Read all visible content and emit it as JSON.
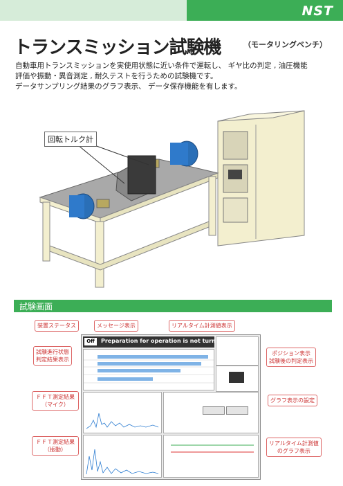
{
  "header": {
    "logo": "NST"
  },
  "title": {
    "main": "トランスミッション試験機",
    "sub": "（モータリングベンチ）"
  },
  "description": [
    "自動車用トランスミッションを実使用状態に近い条件で運転し、 ギヤ比の判定 , 油圧機能",
    "評価や振動・異音測定 , 耐久テストを行うための試験機です。",
    "データサンプリング結果のグラフ表示、 データ保存機能を有します。"
  ],
  "illustration": {
    "callout": "回転トルク計"
  },
  "section": {
    "title": "試験画面"
  },
  "labels": {
    "device_status": "装置ステータス",
    "message_display": "メッセージ表示",
    "realtime_display": "リアルタイム計測値表示",
    "test_progress_1": "試験進行状態",
    "test_progress_2": "判定結果表示",
    "position_1": "ポジション表示",
    "position_2": "試験後の判定表示",
    "fft_mic_1": "ＦＦＴ測定結果",
    "fft_mic_2": "（マイク）",
    "graph_settings": "グラフ表示の設定",
    "fft_vib_1": "ＦＦＴ測定結果",
    "fft_vib_2": "（振動）",
    "realtime_graph_1": "リアルタイム計測値",
    "realtime_graph_2": "のグラフ表示"
  },
  "screen": {
    "status": "Off",
    "message": "Preparation for operation is not turned on."
  },
  "colors": {
    "brand_green": "#3cae56",
    "light_green": "#d6ecd9",
    "label_red": "#cc3333"
  }
}
